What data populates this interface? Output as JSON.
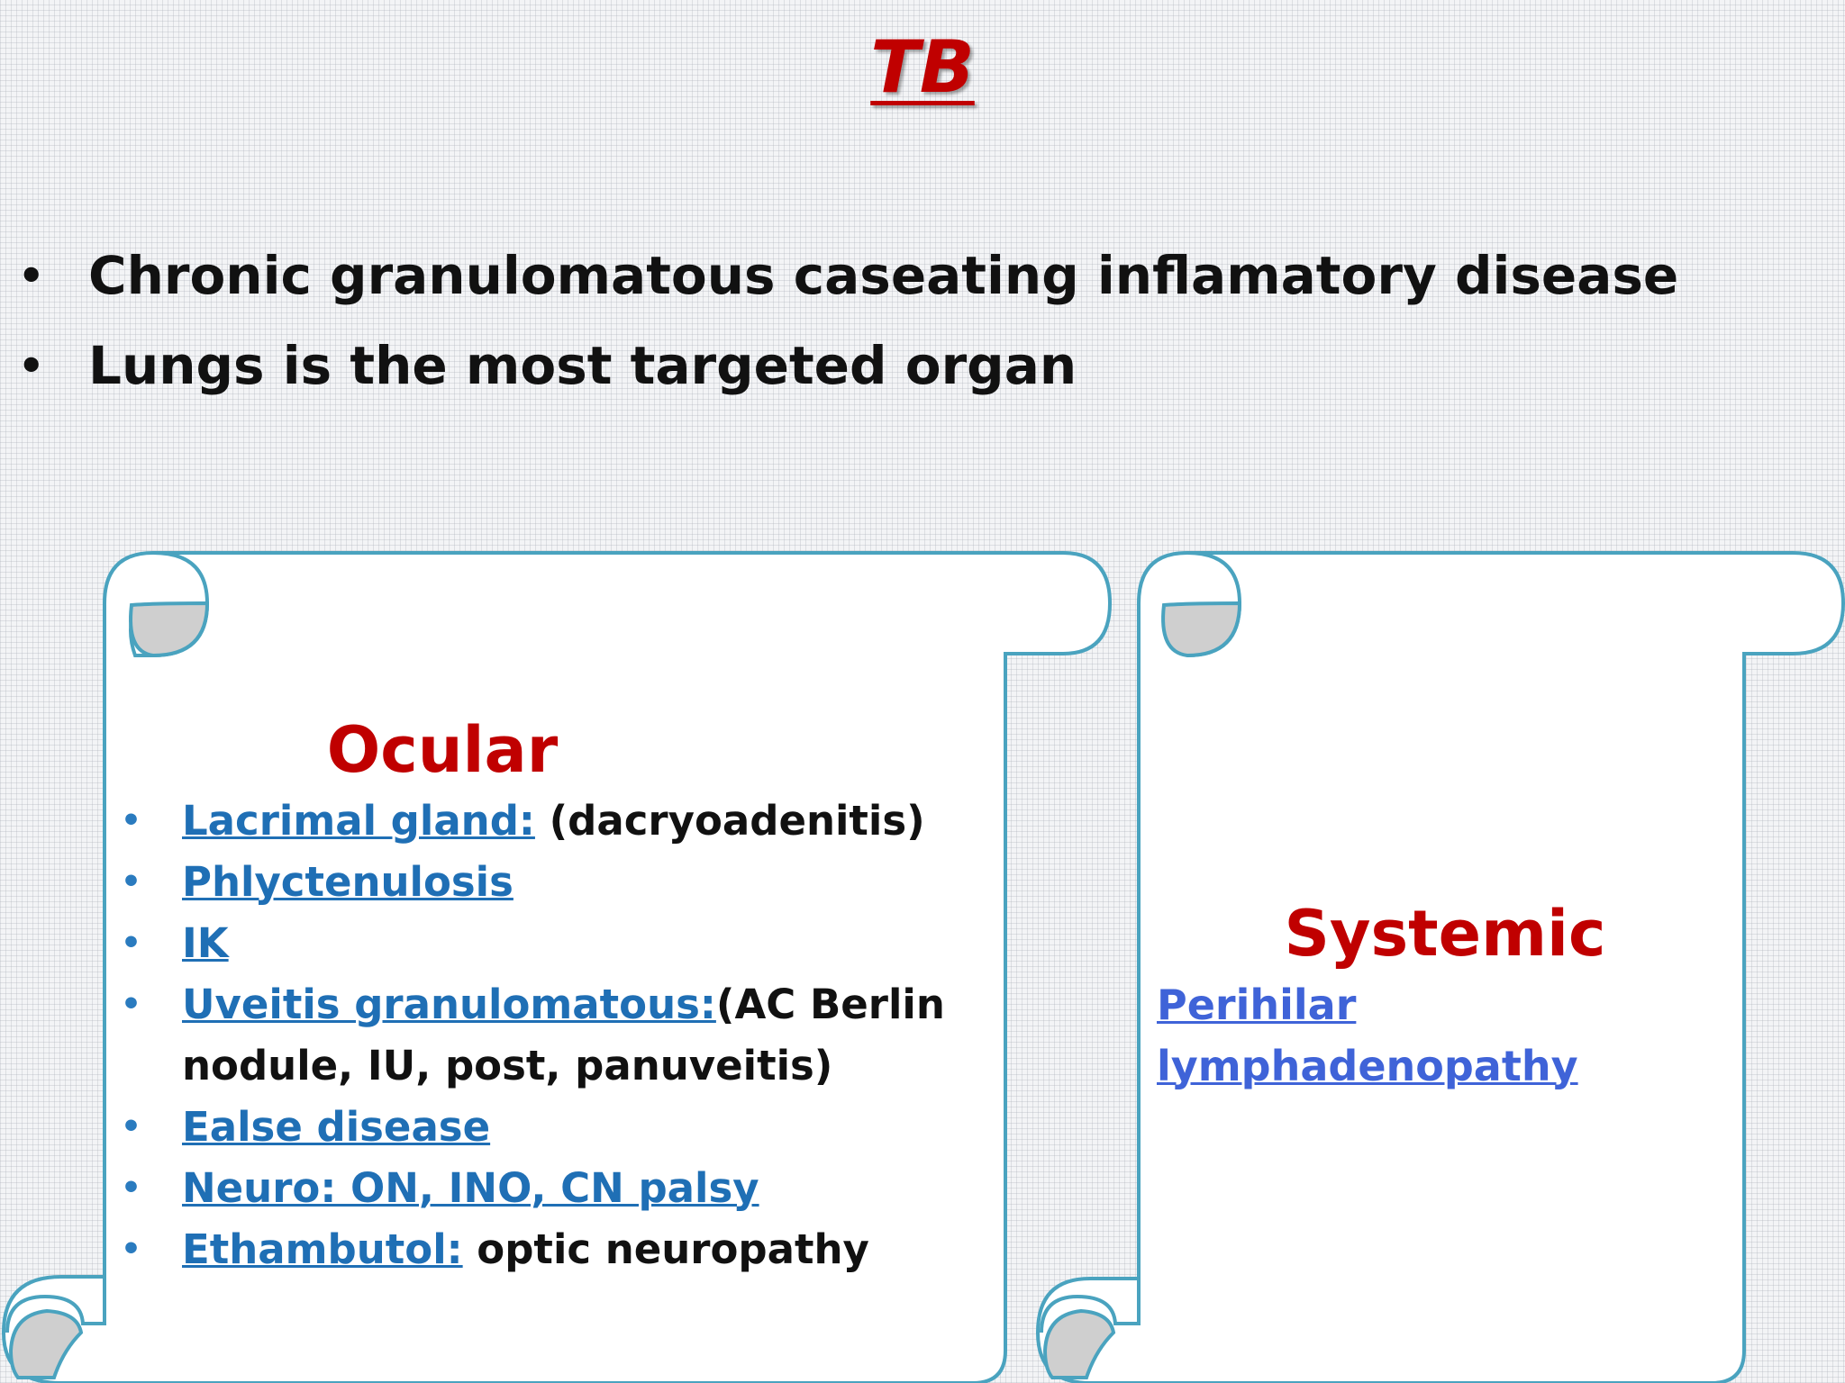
{
  "title": "TB",
  "bullets": [
    "Chronic granulomatous caseating inflamatory disease",
    "Lungs is the most targeted organ"
  ],
  "ocular": {
    "heading": "Ocular",
    "items": [
      {
        "link": "Lacrimal gland:",
        "text": " (dacryoadenitis)"
      },
      {
        "link": "Phlyctenulosis",
        "text": ""
      },
      {
        "link": "IK",
        "text": ""
      },
      {
        "link": "Uveitis granulomatous:",
        "text": "(AC Berlin nodule, IU, post, panuveitis)"
      },
      {
        "link": "Ealse disease",
        "text": ""
      },
      {
        "link": "Neuro: ON, INO, CN palsy",
        "text": ""
      },
      {
        "link": "Ethambutol:",
        "text": " optic neuropathy"
      }
    ]
  },
  "systemic": {
    "heading": "Systemic",
    "link_line1": "Perihilar",
    "link_line2": "lymphadenopathy"
  },
  "colors": {
    "title_red": "#c00000",
    "scroll_border": "#4aa3bf",
    "link_blue": "#1f6fb5",
    "systemic_link": "#3f63d8"
  }
}
